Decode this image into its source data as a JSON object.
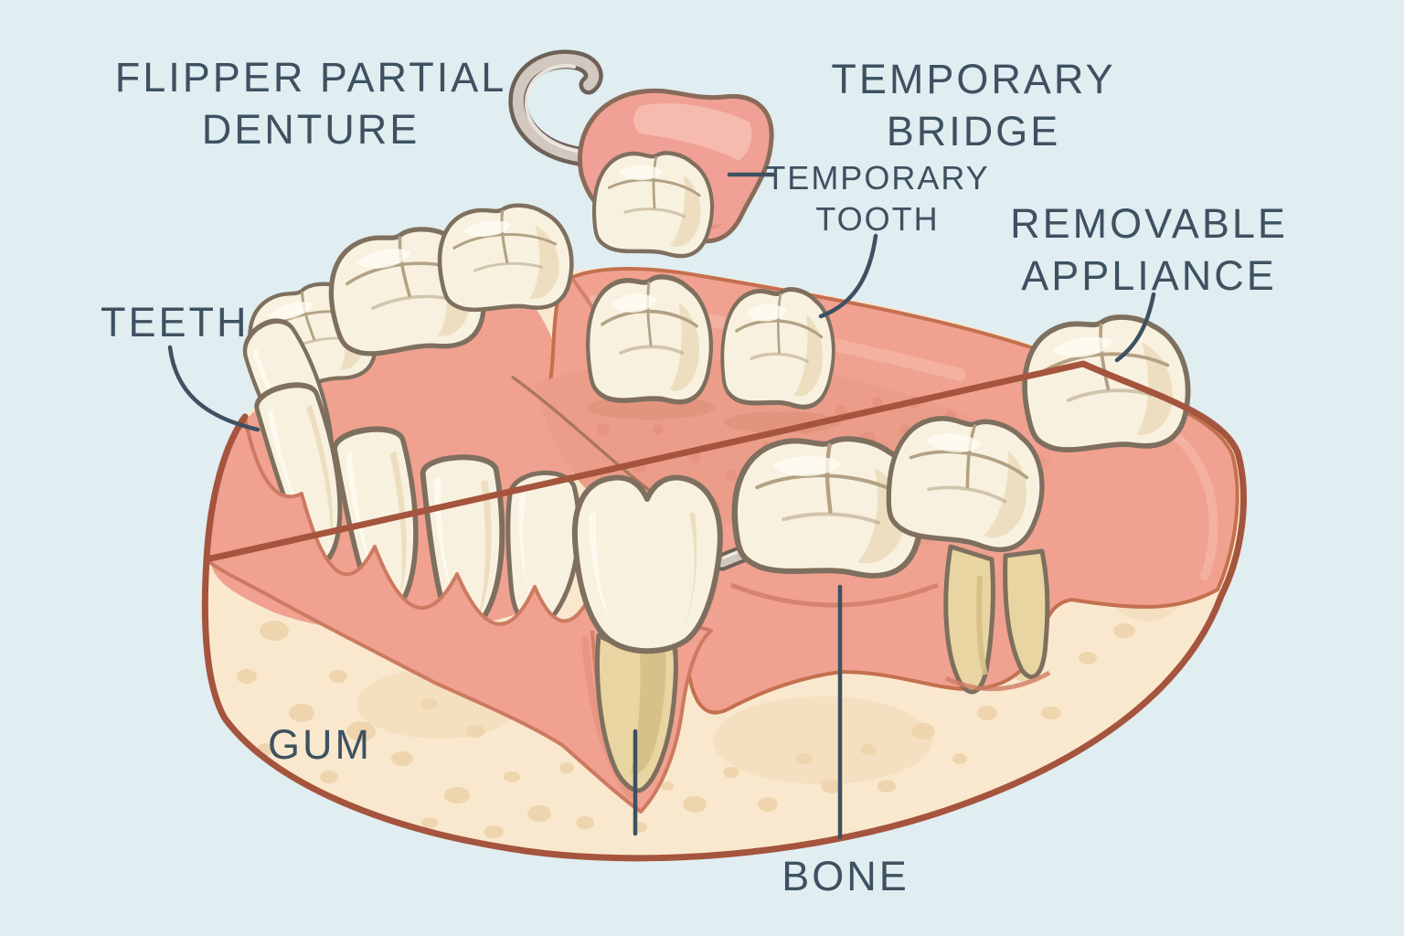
{
  "diagram": {
    "type": "dental-anatomy-illustration",
    "subject": "lower jaw cross-section comparing temporary tooth replacement options",
    "background_color": "#e0edf1",
    "text_color": "#3d5161",
    "labels": {
      "flipper_partial_denture": {
        "line1": "FLIPPER PARTIAL",
        "line2": "DENTURE"
      },
      "temporary_bridge": {
        "line1": "TEMPORARY",
        "line2": "BRIDGE"
      },
      "temporary_tooth": {
        "line1": "TEMPORARY",
        "line2": "TOOTH"
      },
      "removable_appliance": {
        "line1": "REMOVABLE",
        "line2": "APPLIANCE"
      },
      "teeth": {
        "text": "TEETH"
      },
      "gum": {
        "text": "GUM"
      },
      "bone": {
        "text": "BONE"
      }
    },
    "parts": [
      {
        "name": "flipper-partial-denture",
        "components": [
          "metal-wire-clasp",
          "pink-acrylic-base",
          "temporary-tooth"
        ],
        "colors": {
          "wire": "#d2c8bf",
          "wire_outline": "#6e6158",
          "base": "#f0a094",
          "tooth": "#f8f1e0"
        }
      },
      {
        "name": "temporary-bridge",
        "components": [
          "bridge-crown-1",
          "bridge-crown-2"
        ],
        "color": "#f8f1e0"
      },
      {
        "name": "removable-appliance-tooth",
        "color": "#f8f1e0"
      },
      {
        "name": "natural-teeth-row",
        "color": "#f8f1e0",
        "outline": "#7e6f5e"
      },
      {
        "name": "tooth-with-exposed-root",
        "root_color": "#e8d5a1"
      },
      {
        "name": "tilted-molar-with-exposed-roots",
        "root_color": "#e8d5a1"
      },
      {
        "name": "metal-bar-connector",
        "color": "#b4a79d"
      },
      {
        "name": "gum",
        "color": "#f0a190",
        "shadow_color": "#d98a74",
        "boundary_color": "#c4704f"
      },
      {
        "name": "bone",
        "color": "#f9e8cd",
        "spot_color": "#eed5ad",
        "outline": "#a5543d"
      }
    ],
    "leader_lines": [
      {
        "from": "teeth-label",
        "to": "front-teeth",
        "shape": "curve"
      },
      {
        "from": "temporary-tooth-label",
        "to": "flipper-denture-tooth",
        "shape": "horizontal"
      },
      {
        "from": "temporary-tooth-label",
        "to": "temporary-bridge-crown",
        "shape": "curve"
      },
      {
        "from": "removable-appliance-label",
        "to": "appliance-tooth",
        "shape": "curve"
      },
      {
        "from": "bone-label",
        "to": "bone",
        "shape": "vertical"
      },
      {
        "from": "exposed-root-tip",
        "to": "gum-notch",
        "shape": "vertical"
      }
    ]
  }
}
